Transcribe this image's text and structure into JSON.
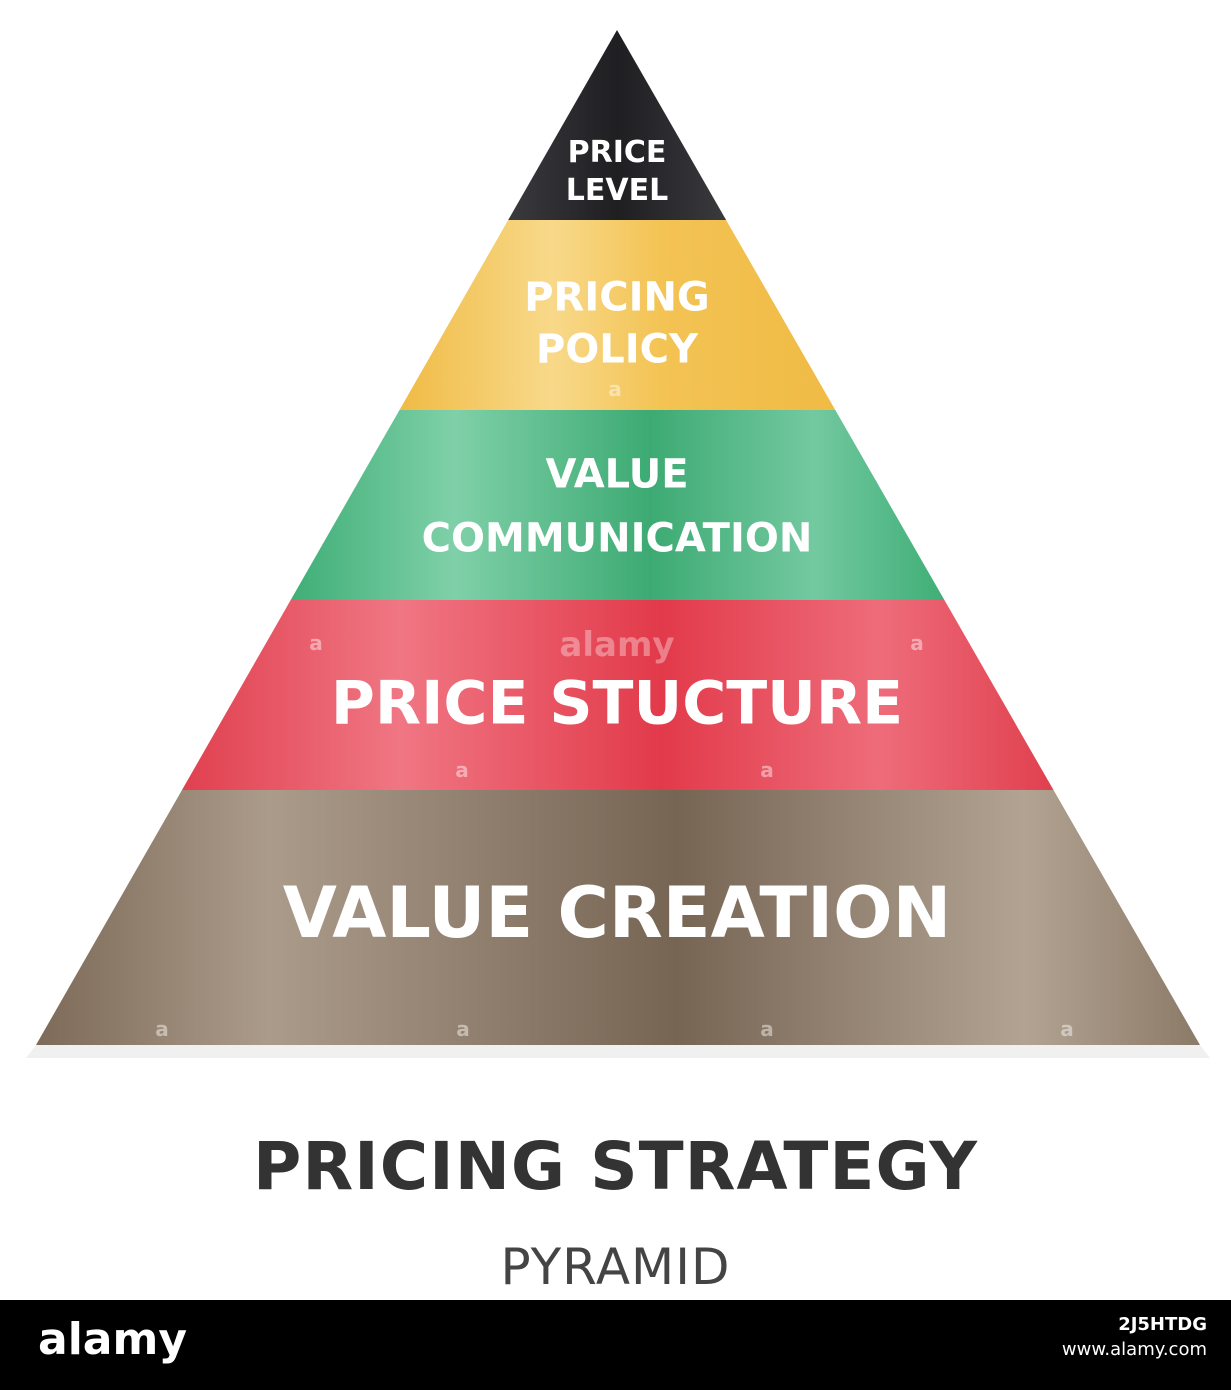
{
  "diagram": {
    "type": "pyramid",
    "tiers": [
      {
        "lines": [
          "PRICE",
          "LEVEL"
        ],
        "color": "#2b2b2e"
      },
      {
        "lines": [
          "PRICING",
          "POLICY"
        ],
        "color": "#f2c450"
      },
      {
        "lines": [
          "VALUE",
          "COMMUNICATION"
        ],
        "color": "#4db381"
      },
      {
        "lines": [
          "PRICE STUCTURE"
        ],
        "color": "#e44a57"
      },
      {
        "lines": [
          "VALUE CREATION"
        ],
        "color": "#8c7a68"
      }
    ]
  },
  "caption": {
    "title": "PRICING STRATEGY",
    "subtitle": "PYRAMID"
  },
  "footer": {
    "logo": "alamy",
    "image_id": "2J5HTDG",
    "site": "www.alamy.com",
    "background": "#000000"
  }
}
